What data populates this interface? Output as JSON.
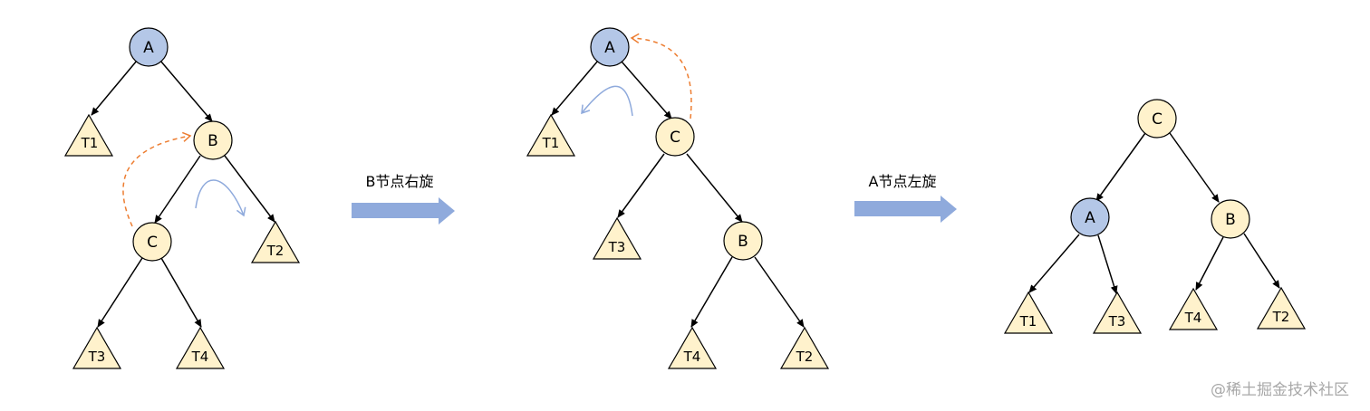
{
  "colors": {
    "node_blue": "#b4c7e7",
    "node_yellow": "#fff2cc",
    "stroke": "#000000",
    "arrow_blue": "#8faadc",
    "dashed_orange": "#ed7d31"
  },
  "steps": {
    "step1_label": "B节点右旋",
    "step2_label": "A节点左旋"
  },
  "trees": [
    {
      "nodes": [
        {
          "id": "A",
          "label": "A",
          "color": "blue"
        },
        {
          "id": "B",
          "label": "B",
          "color": "yellow"
        },
        {
          "id": "C",
          "label": "C",
          "color": "yellow"
        }
      ],
      "subtrees": [
        "T1",
        "T2",
        "T3",
        "T4"
      ]
    },
    {
      "nodes": [
        {
          "id": "A",
          "label": "A",
          "color": "blue"
        },
        {
          "id": "C",
          "label": "C",
          "color": "yellow"
        },
        {
          "id": "B",
          "label": "B",
          "color": "yellow"
        }
      ],
      "subtrees": [
        "T1",
        "T3",
        "T4",
        "T2"
      ]
    },
    {
      "nodes": [
        {
          "id": "C",
          "label": "C",
          "color": "yellow"
        },
        {
          "id": "A",
          "label": "A",
          "color": "blue"
        },
        {
          "id": "B",
          "label": "B",
          "color": "yellow"
        }
      ],
      "subtrees": [
        "T1",
        "T3",
        "T4",
        "T2"
      ]
    }
  ],
  "watermark": "@稀土掘金技术社区"
}
